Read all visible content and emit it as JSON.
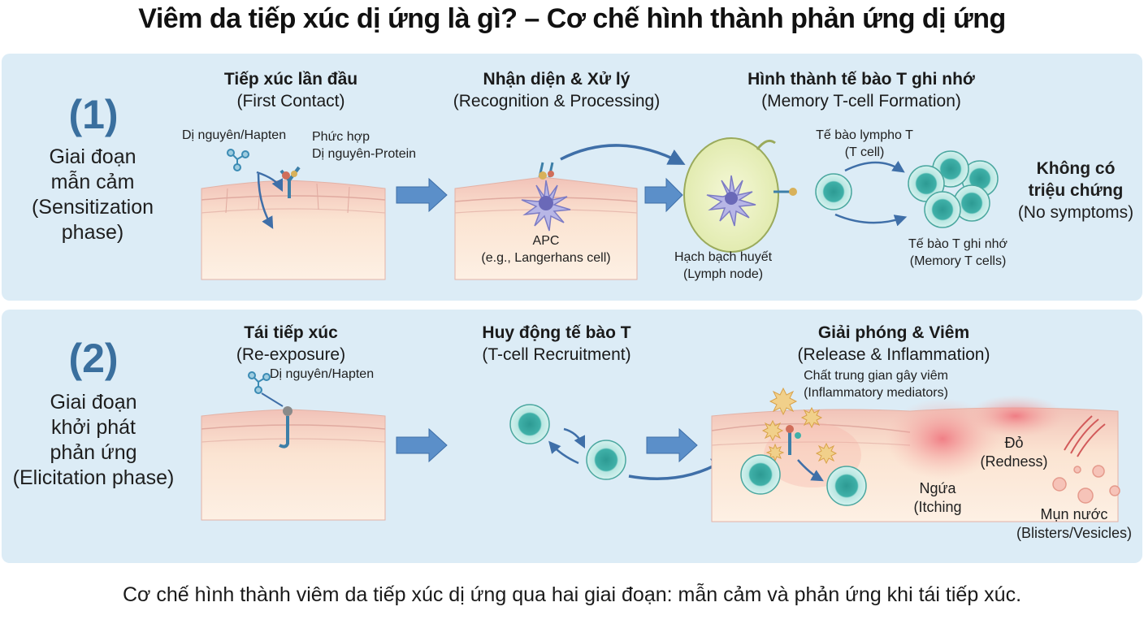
{
  "title": "Viêm da tiếp xúc dị ứng là gì? – Cơ chế hình thành phản ứng dị ứng",
  "phase1": {
    "number": "(1)",
    "label_lines": [
      "Giai đoạn",
      "mẫn cảm",
      "(Sensitization",
      "phase)"
    ],
    "steps": [
      {
        "title": "Tiếp xúc lần đầu",
        "subtitle": "(First Contact)"
      },
      {
        "title": "Nhận diện & Xử lý",
        "subtitle": "(Recognition & Processing)"
      },
      {
        "title": "Hình thành tế bào T ghi nhớ",
        "subtitle": "(Memory T-cell Formation)"
      }
    ],
    "labels": {
      "hapten": "Dị nguyên/Hapten",
      "complex_1": "Phức hợp",
      "complex_2": "Dị nguyên-Protein",
      "apc_1": "APC",
      "apc_2": "(e.g., Langerhans cell)",
      "lymph_1": "Hạch bạch huyết",
      "lymph_2": "(Lymph node)",
      "tcell_1": "Tế bào lympho T",
      "tcell_2": "(T cell)",
      "memory_1": "Tế bào T ghi nhớ",
      "memory_2": "(Memory T cells)",
      "nosym_1": "Không có",
      "nosym_2": "triệu chứng",
      "nosym_3": "(No symptoms)"
    }
  },
  "phase2": {
    "number": "(2)",
    "label_lines": [
      "Giai đoạn",
      "khởi phát",
      "phản ứng",
      "(Elicitation phase)"
    ],
    "steps": [
      {
        "title": "Tái tiếp xúc",
        "subtitle": "(Re-exposure)"
      },
      {
        "title": "Huy động tế bào T",
        "subtitle": "(T-cell Recruitment)"
      },
      {
        "title": "Giải phóng & Viêm",
        "subtitle": "(Release & Inflammation)"
      }
    ],
    "labels": {
      "hapten": "Dị nguyên/Hapten",
      "mediators_1": "Chất trung gian gây viêm",
      "mediators_2": "(Inflammatory mediators)",
      "redness_1": "Đỏ",
      "redness_2": "(Redness)",
      "itching_1": "Ngứa",
      "itching_2": "(Itching",
      "blisters_1": "Mụn nước",
      "blisters_2": "(Blisters/Vesicles)"
    }
  },
  "caption": "Cơ chế hình thành viêm da tiếp xúc dị ứng qua hai giai đoạn: mẫn cảm và phản ứng khi tái tiếp xúc.",
  "colors": {
    "band": "#dcecf6",
    "arrow": "#5b8fc9",
    "skin_top": "#f3c7be",
    "skin_body": "#fbe3cf",
    "tcell": "#3fa8a0",
    "apc": "#a9a8dc",
    "lymph_node": "#eef2c5",
    "phase_number": "#3a6f9e"
  }
}
